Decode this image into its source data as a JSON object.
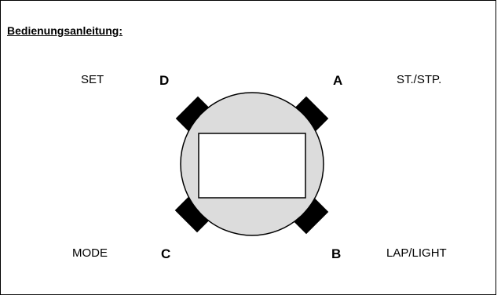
{
  "heading": "Bedienungsanleitung:",
  "buttons": {
    "top_left": {
      "letter": "D",
      "function": "SET"
    },
    "top_right": {
      "letter": "A",
      "function": "ST./STP."
    },
    "bottom_left": {
      "letter": "C",
      "function": "MODE"
    },
    "bottom_right": {
      "letter": "B",
      "function": "LAP/LIGHT"
    }
  },
  "colors": {
    "case_fill": "#dcdcdc",
    "buttons": "#000000",
    "display_fill": "#ffffff"
  }
}
